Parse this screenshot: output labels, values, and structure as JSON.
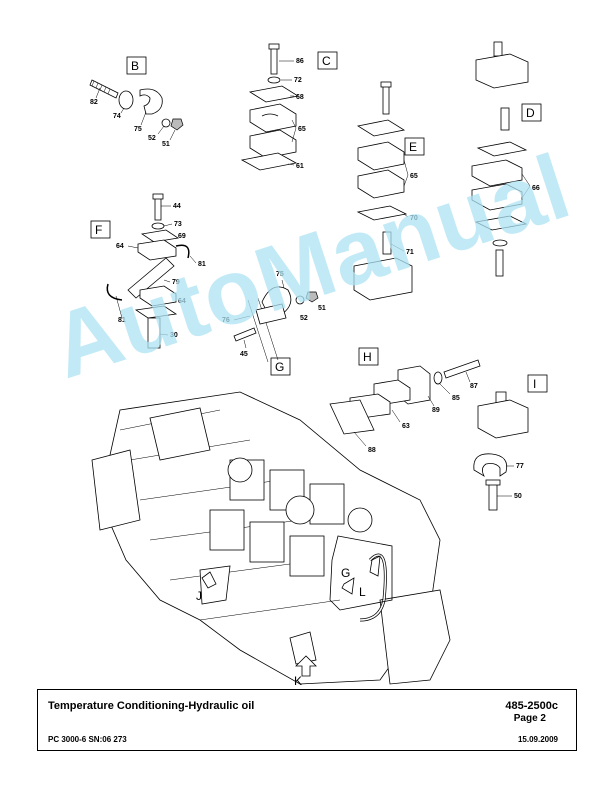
{
  "footer": {
    "title": "Temperature Conditioning-Hydraulic oil",
    "doc_no": "485-2500c",
    "page": "Page 2",
    "model": "PC 3000-6 SN:06 273",
    "date": "15.09.2009"
  },
  "watermark": "AutoManual",
  "view_labels": {
    "B": "B",
    "C": "C",
    "D": "D",
    "E": "E",
    "F": "F",
    "G": "G",
    "H": "H",
    "I": "I",
    "G_arrow": "G",
    "J": "J",
    "K": "K",
    "L": "L"
  },
  "callouts": {
    "b82": "82",
    "b74": "74",
    "b75": "75",
    "b52": "52",
    "b51": "51",
    "c86": "86",
    "c72": "72",
    "c68": "68",
    "c65": "65",
    "c61": "61",
    "e65": "65",
    "e70": "70",
    "e71": "71",
    "d66": "66",
    "f44": "44",
    "f73": "73",
    "f69": "69",
    "f64a": "64",
    "f81a": "81",
    "f79": "79",
    "f64b": "64",
    "f81b": "81",
    "f30": "30",
    "g75": "75",
    "g76": "76",
    "g51": "51",
    "g52": "52",
    "g45": "45",
    "h87": "87",
    "h89": "89",
    "h85": "85",
    "h63": "63",
    "h88": "88",
    "i77": "77",
    "i50": "50"
  },
  "colors": {
    "watermark": "#aee3f4",
    "line": "#000000"
  }
}
